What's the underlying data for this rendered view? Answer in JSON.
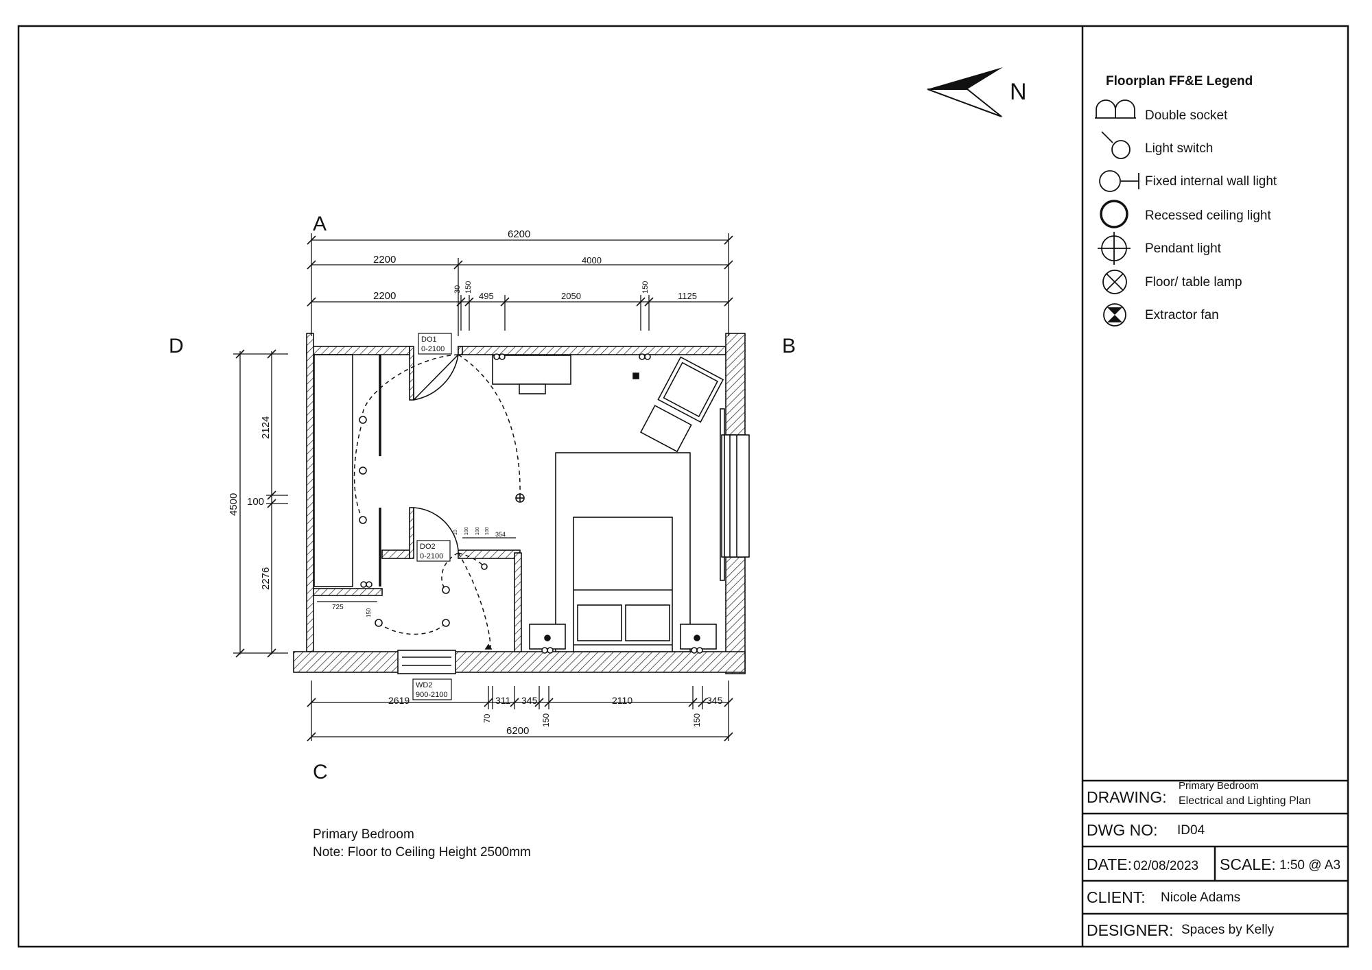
{
  "section_labels": {
    "a": "A",
    "b": "B",
    "c": "C",
    "d": "D"
  },
  "north_label": "N",
  "dimensions": {
    "top_overall": "6200",
    "top_row1": [
      "2200",
      "4000"
    ],
    "top_row2": [
      "2200",
      "30",
      "150",
      "495",
      "2050",
      "150",
      "1125"
    ],
    "left_overall": "4500",
    "left_parts": [
      "2124",
      "100",
      "2276"
    ],
    "bottom_row1": [
      "2619",
      "70",
      "311",
      "345",
      "150",
      "2110",
      "150",
      "345"
    ],
    "bottom_overall": "6200",
    "internal_725": "725",
    "internal_150": "150",
    "internal_354": "354",
    "small_ticks": [
      "10",
      "100",
      "100",
      "100"
    ]
  },
  "openings": {
    "do1": [
      "DO1",
      "0-2100"
    ],
    "do2": [
      "DO2",
      "0-2100"
    ],
    "wd2": [
      "WD2",
      "900-2100"
    ]
  },
  "notes": {
    "line1": "Primary Bedroom",
    "line2": "Note: Floor to Ceiling Height 2500mm"
  },
  "legend": {
    "title": "Floorplan FF&E Legend",
    "items": [
      {
        "icon": "double-socket-icon",
        "label": "Double socket"
      },
      {
        "icon": "light-switch-icon",
        "label": "Light switch"
      },
      {
        "icon": "wall-light-icon",
        "label": "Fixed internal wall light"
      },
      {
        "icon": "recessed-light-icon",
        "label": "Recessed ceiling light"
      },
      {
        "icon": "pendant-light-icon",
        "label": "Pendant light"
      },
      {
        "icon": "floor-lamp-icon",
        "label": "Floor/ table lamp"
      },
      {
        "icon": "extractor-fan-icon",
        "label": "Extractor fan"
      }
    ]
  },
  "title_block": {
    "drawing_label": "DRAWING:",
    "drawing_value1": "Primary Bedroom",
    "drawing_value2": "Electrical and Lighting Plan",
    "dwg_no_label": "DWG NO:",
    "dwg_no_value": "ID04",
    "date_label": "DATE:",
    "date_value": "02/08/2023",
    "scale_label": "SCALE:",
    "scale_value": "1:50 @ A3",
    "client_label": "CLIENT:",
    "client_value": "Nicole Adams",
    "designer_label": "DESIGNER:",
    "designer_value": "Spaces by Kelly"
  }
}
